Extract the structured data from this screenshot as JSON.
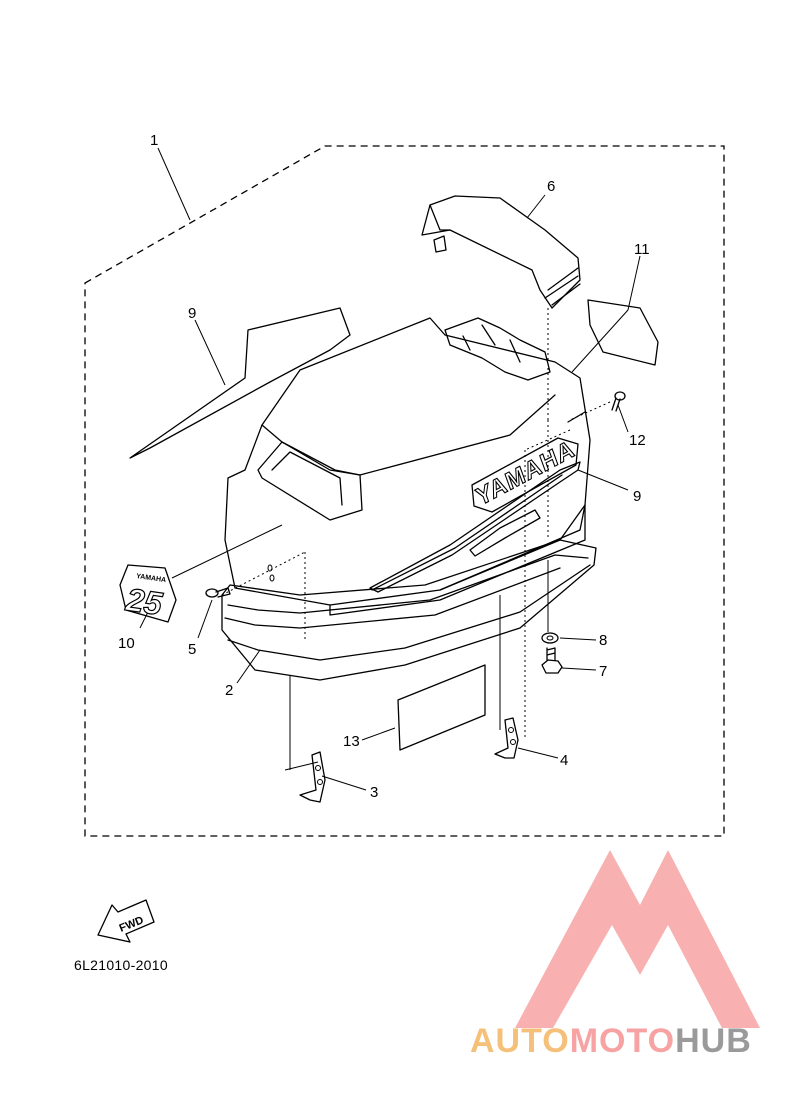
{
  "callouts": [
    {
      "id": "1",
      "label": "1"
    },
    {
      "id": "2",
      "label": "2"
    },
    {
      "id": "3",
      "label": "3"
    },
    {
      "id": "4",
      "label": "4"
    },
    {
      "id": "5",
      "label": "5"
    },
    {
      "id": "6",
      "label": "6"
    },
    {
      "id": "7",
      "label": "7"
    },
    {
      "id": "8",
      "label": "8"
    },
    {
      "id": "9a",
      "label": "9"
    },
    {
      "id": "9b",
      "label": "9"
    },
    {
      "id": "10",
      "label": "10"
    },
    {
      "id": "11",
      "label": "11"
    },
    {
      "id": "12",
      "label": "12"
    },
    {
      "id": "13",
      "label": "13"
    }
  ],
  "brand_text": "YAMAHA",
  "model_decal": "25",
  "model_decal_brand": "YAMAHA",
  "direction_label": "FWD",
  "diagram_code": "6L21010-2010",
  "watermark": {
    "part1": "AUTO",
    "part2": "MOTO",
    "part3": "HUB",
    "color_auto": "#f5c07a",
    "color_moto": "#f7a3a3",
    "color_hub": "#9a9a9a",
    "logo_color": "#f7a3a3"
  }
}
